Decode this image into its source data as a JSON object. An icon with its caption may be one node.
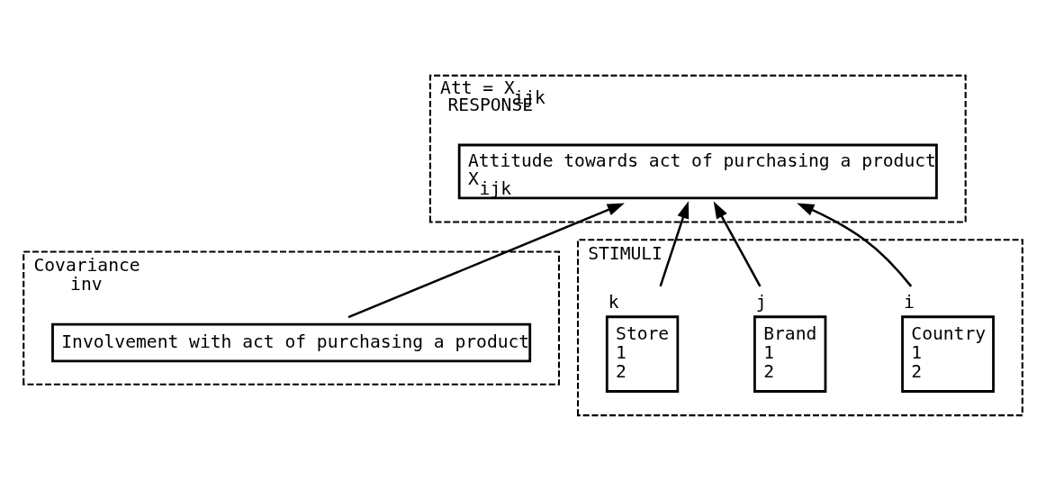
{
  "diagram": {
    "nodes": [
      {
        "text": [
          "Att = X$_{ijk}$",
          "RESPONSE"
        ]
      },
      {
        "text": [
          "Attitude towards act of purchasing a product",
          "X$_{ijk}$"
        ],
        "in": 0
      },
      {
        "text": [
          "Covariance",
          "inv"
        ]
      },
      {
        "text": [
          "Involvement with act of purchasing a product"
        ],
        "in": 2
      },
      {
        "text": [
          "STIMULI"
        ]
      },
      {
        "text": [
          "Country",
          "1",
          "2"
        ],
        "beside": [
          "i"
        ],
        "in": 4
      },
      {
        "text": [
          "Brand",
          "1",
          "2"
        ],
        "beside": [
          "j"
        ],
        "in": 4
      },
      {
        "text": [
          "Store",
          "1",
          "2"
        ],
        "beside": [
          "k"
        ],
        "in": 4
      }
    ],
    "edges": [
      {
        "from": 5,
        "to": 1,
        "arrow": "to"
      },
      {
        "from": 6,
        "to": 1,
        "arrow": "to"
      },
      {
        "from": 7,
        "to": 1,
        "arrow": "to"
      },
      {
        "from": 3,
        "to": 1,
        "arrow": "to"
      }
    ]
  }
}
